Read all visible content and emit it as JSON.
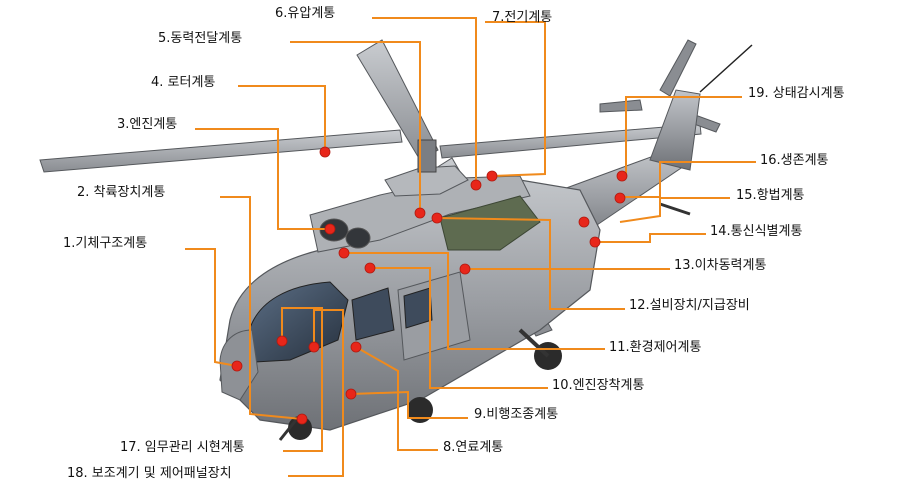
{
  "labels": [
    {
      "id": "l1",
      "text": "1.기체구조계통"
    },
    {
      "id": "l2",
      "text": "2. 착륙장치계통"
    },
    {
      "id": "l3",
      "text": "3.엔진계통"
    },
    {
      "id": "l4",
      "text": "4. 로터계통"
    },
    {
      "id": "l5",
      "text": "5.동력전달계통"
    },
    {
      "id": "l6",
      "text": "6.유압계통"
    },
    {
      "id": "l7",
      "text": "7.전기계통"
    },
    {
      "id": "l8",
      "text": "8.연료계통"
    },
    {
      "id": "l9",
      "text": "9.비행조종계통"
    },
    {
      "id": "l10",
      "text": "10.엔진장착계통"
    },
    {
      "id": "l11",
      "text": "11.환경제어계통"
    },
    {
      "id": "l12",
      "text": "12.설비장치/지급장비"
    },
    {
      "id": "l13",
      "text": "13.이차동력계통"
    },
    {
      "id": "l14",
      "text": "14.통신식별계통"
    },
    {
      "id": "l15",
      "text": "15.항법계통"
    },
    {
      "id": "l16",
      "text": "16.생존계통"
    },
    {
      "id": "l17",
      "text": "17. 임무관리 시현계통"
    },
    {
      "id": "l18",
      "text": "18. 보조계기 및 제어패널장치"
    },
    {
      "id": "l19",
      "text": "19. 상태감시계통"
    }
  ],
  "colors": {
    "leader": "#f08a1c",
    "marker": "#e8261a",
    "fuselage": "#8e9196",
    "canopy": "#3a4a5c"
  }
}
